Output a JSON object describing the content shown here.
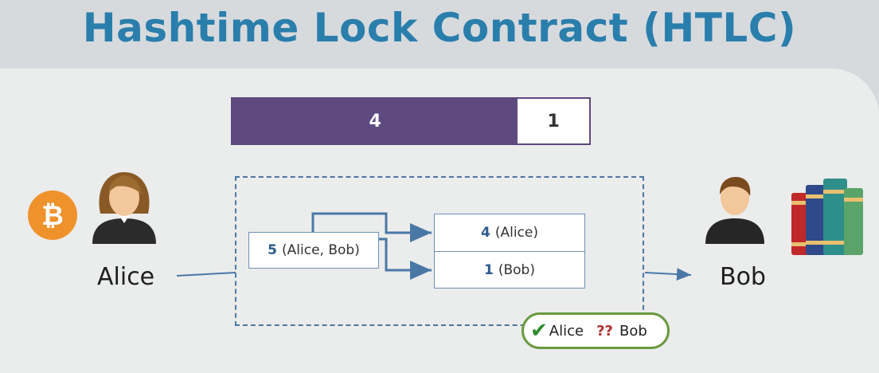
{
  "title": "Hashtime Lock Contract (HTLC)",
  "bar": {
    "segments": [
      {
        "label": "4",
        "share": 0.8
      },
      {
        "label": "1",
        "share": 0.2
      }
    ]
  },
  "contract": {
    "input": {
      "num": "5",
      "owners": "(Alice, Bob)"
    },
    "outputs": [
      {
        "num": "4",
        "owner": "(Alice)"
      },
      {
        "num": "1",
        "owner": "(Bob)"
      }
    ]
  },
  "parties": {
    "left": "Alice",
    "right": "Bob"
  },
  "status": {
    "first": "Alice",
    "marks": "??",
    "second": "Bob"
  },
  "colors": {
    "title": "#2a7eac",
    "bar": "#5f4a80",
    "bitcoin": "#f0922c",
    "arrow": "#4a78a6",
    "check": "#2e8b2e"
  },
  "icons": [
    "bitcoin-icon",
    "alice-avatar-icon",
    "bob-avatar-icon",
    "books-icon"
  ]
}
